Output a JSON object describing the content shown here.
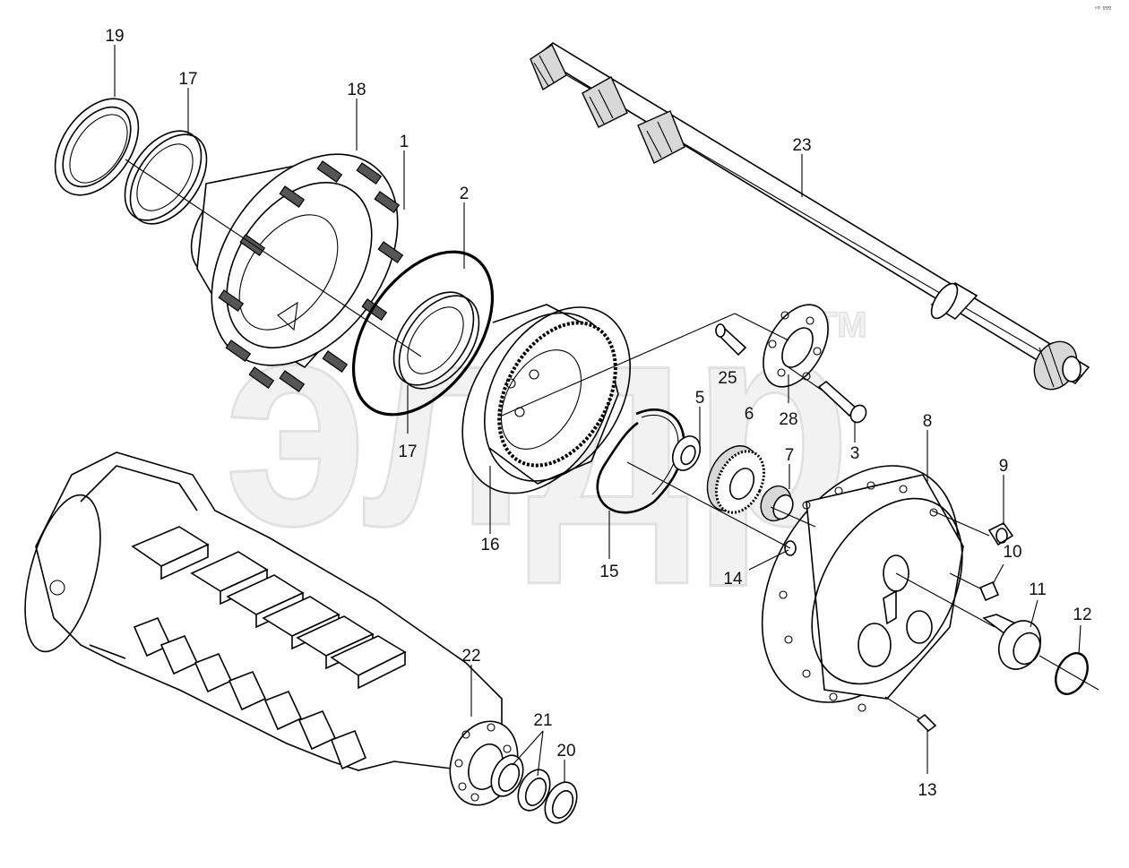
{
  "corner_mark": "ᵉᴰ ººº",
  "watermark": {
    "text": "элдр",
    "tm": "TM"
  },
  "callouts": [
    {
      "id": "c19",
      "text": "19"
    },
    {
      "id": "c17a",
      "text": "17"
    },
    {
      "id": "c18",
      "text": "18"
    },
    {
      "id": "c1",
      "text": "1"
    },
    {
      "id": "c2",
      "text": "2"
    },
    {
      "id": "c23",
      "text": "23"
    },
    {
      "id": "c25",
      "text": "25"
    },
    {
      "id": "c28",
      "text": "28"
    },
    {
      "id": "c3",
      "text": "3"
    },
    {
      "id": "c5",
      "text": "5"
    },
    {
      "id": "c6",
      "text": "6"
    },
    {
      "id": "c7",
      "text": "7"
    },
    {
      "id": "c17b",
      "text": "17"
    },
    {
      "id": "c16",
      "text": "16"
    },
    {
      "id": "c15",
      "text": "15"
    },
    {
      "id": "c8",
      "text": "8"
    },
    {
      "id": "c9",
      "text": "9"
    },
    {
      "id": "c10",
      "text": "10"
    },
    {
      "id": "c11",
      "text": "11"
    },
    {
      "id": "c12",
      "text": "12"
    },
    {
      "id": "c14",
      "text": "14"
    },
    {
      "id": "c13",
      "text": "13"
    },
    {
      "id": "c22",
      "text": "22"
    },
    {
      "id": "c21",
      "text": "21"
    },
    {
      "id": "c20",
      "text": "20"
    }
  ]
}
